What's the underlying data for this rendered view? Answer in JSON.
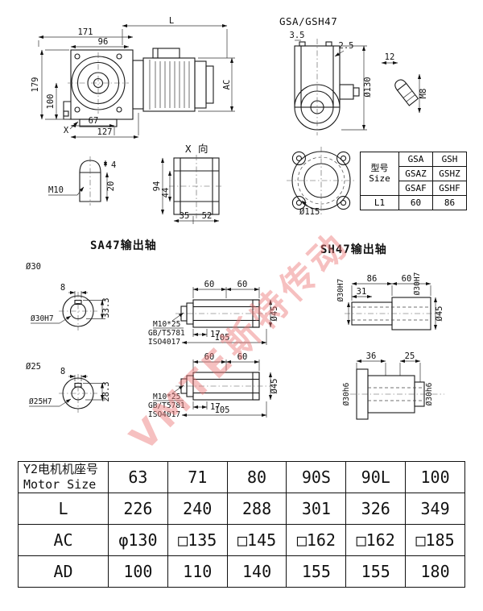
{
  "watermark": "VMTE斯特传动",
  "front_view": {
    "dim_L": "L",
    "dim_171": "171",
    "dim_96": "96",
    "dim_179": "179",
    "dim_100": "100",
    "dim_AC": "AC",
    "dim_67": "67",
    "dim_127": "127",
    "dim_X": "X"
  },
  "side_view": {
    "title": "GSA/GSH47",
    "dim_3_5": "3.5",
    "dim_2_5": "2.5",
    "dim_d130": "Ø130",
    "dim_12": "12",
    "dim_M8": "M8"
  },
  "details": {
    "m10_label": "M10",
    "dim_4": "4",
    "dim_20": "20",
    "x_view_label": "X 向",
    "dim_94": "94",
    "dim_44": "44",
    "dim_35": "35",
    "dim_52": "52",
    "dim_d115": "Ø115"
  },
  "size_table": {
    "header_line1": "型号",
    "header_line2": "Size",
    "col_a": [
      "GSA",
      "GSAZ",
      "GSAF"
    ],
    "col_b": [
      "GSH",
      "GSHZ",
      "GSHF"
    ],
    "l1_label": "L1",
    "l1_a": "60",
    "l1_b": "86"
  },
  "sa47": {
    "title": "SA47输出轴",
    "bore30": {
      "label": "Ø30",
      "key_w": "8",
      "key_h": "33.3",
      "fit": "Ø30H7"
    },
    "bore25": {
      "label": "Ø25",
      "key_w": "8",
      "key_h": "28.3",
      "fit": "Ø25H7"
    },
    "shaft": {
      "dim_60a": "60",
      "dim_60b": "60",
      "dim_17": "17",
      "dim_105": "105",
      "bolt_line1": "M10*25",
      "bolt_line2": "GB/T5781",
      "bolt_line3": "ISO4017",
      "dim_d45": "Ø45"
    }
  },
  "sh47": {
    "title": "SH47输出轴",
    "dim_86": "86",
    "dim_60": "60",
    "dim_31": "31",
    "fit_left": "Ø30H7",
    "fit_right": "Ø30H7",
    "dim_d45": "Ø45",
    "dim_36": "36",
    "dim_25": "25",
    "fit_left2": "Ø30h6",
    "fit_right2": "Ø30h6"
  },
  "motor_table": {
    "header_label_cn": "Y2电机机座号",
    "header_label_en": "Motor Size",
    "sizes": [
      "63",
      "71",
      "80",
      "90S",
      "90L",
      "100"
    ],
    "l_label": "L",
    "l_values": [
      "226",
      "240",
      "288",
      "301",
      "326",
      "349"
    ],
    "ac_label": "AC",
    "ac_values": [
      "φ130",
      "□135",
      "□145",
      "□162",
      "□162",
      "□185"
    ],
    "ad_label": "AD",
    "ad_values": [
      "100",
      "110",
      "140",
      "155",
      "155",
      "180"
    ]
  }
}
